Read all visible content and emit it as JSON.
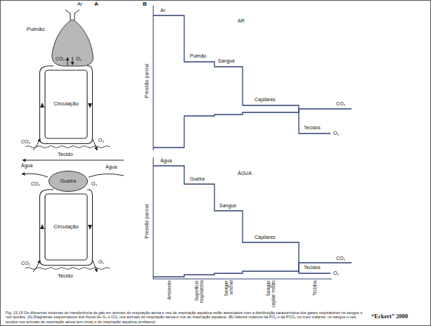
{
  "diagram": {
    "caption": "Fig. 13.19 Os diferentes sistemas de transferência de gás em animais de respiração aérea e nos de respiração aquática estão associados com a distribuição característica dos gases respiratórios no sangue e nos tecidos. (A) Diagramas esquemáticos dos fluxos de O₂ e CO₂ nos animais de respiração aérea e nos de respiração aquática. (B) Valores relativos da PO₂ e da PCO₂ no meio inalante, no sangue e nos tecidos nos animais de respiração aérea (em cima) e de respiração aquática (embaixo).",
    "nodes": [
      {
        "text": [
          "Pulmão"
        ]
      },
      {
        "text": [
          "Circulação"
        ]
      },
      {
        "text": [
          "Guelra"
        ]
      },
      {
        "text": [
          "Circulação"
        ]
      }
    ],
    "labels": [
      "A",
      "Ar",
      "CO₂",
      "O₂",
      "CO₂",
      "O₂",
      "Tecido",
      "B",
      "Ar",
      "AR",
      "Pulmão",
      "Sangue",
      "Capilares",
      "CO₂",
      "Tecidos",
      "O₂",
      "Pressão parcial",
      "Água",
      "Água",
      "CO₂",
      "O₂",
      "CO₂",
      "O₂",
      "Tecido",
      "Água",
      "ÁGUA",
      "Guelra",
      "Sangue",
      "Capilares",
      "Tecidos",
      "CO₂",
      "O₂",
      "Pressão parcial",
      "Ambiente",
      "Superfície respiratória",
      "Sangue arterial",
      "Sangue capilar médio",
      "Tecidos",
      "“Eckert” 2000"
    ]
  }
}
